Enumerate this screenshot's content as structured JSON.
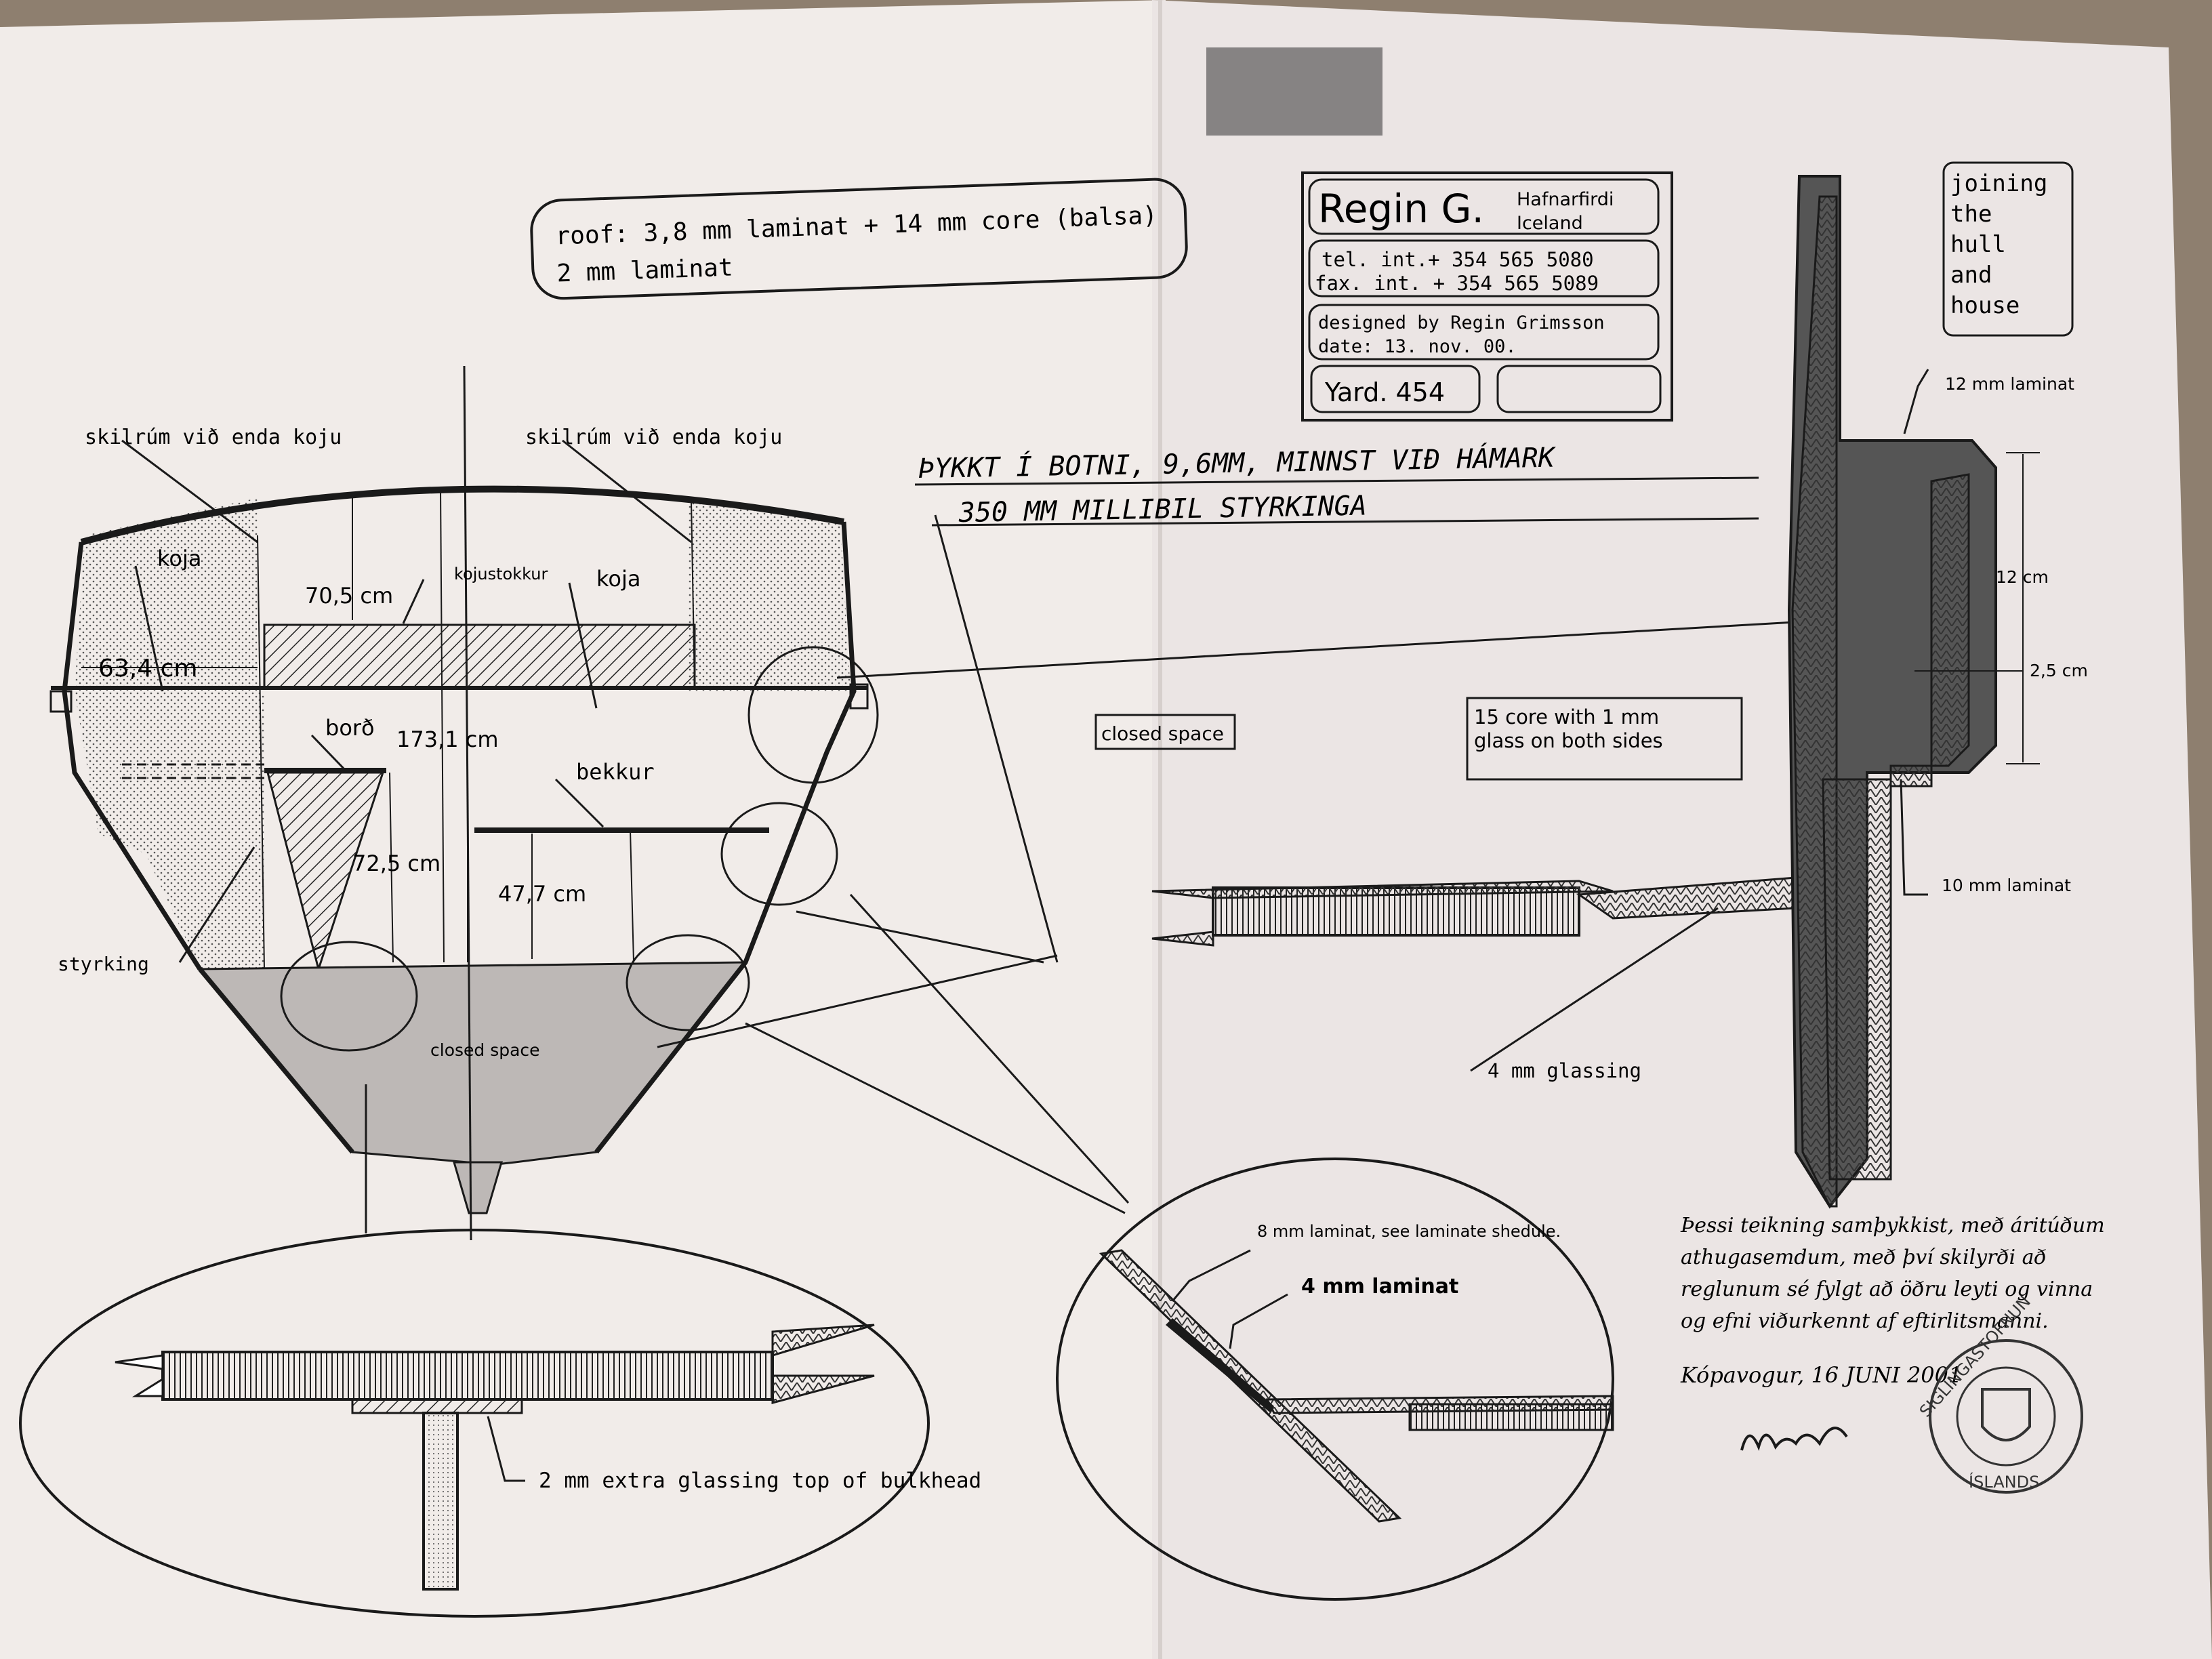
{
  "title_block": {
    "name": "Regin G.",
    "place_line1": "Hafnarfirdi",
    "place_line2": "Iceland",
    "tel": "tel. int.+ 354 565 5080",
    "fax": "fax. int. + 354 565 5089",
    "designed_by": "designed by Regin Grimsson",
    "date": "date: 13. nov. 00.",
    "yard": "Yard. 454"
  },
  "roof_note": {
    "line1": "roof: 3,8 mm laminat + 14 mm core (balsa)",
    "line2": "2 mm laminat"
  },
  "joining_note": [
    "joining",
    "the",
    "hull",
    "and",
    "house"
  ],
  "handwritten": {
    "line1": "ÞYKKT Í BOTNI, 9,6MM, MINNST VIÐ HÁMARK",
    "line2": "350 MM MILLIBIL STYRKINGA"
  },
  "section_labels": {
    "skilrum_left": "skilrúm við enda koju",
    "skilrum_right": "skilrúm við enda koju",
    "koja_left": "koja",
    "koja_right": "koja",
    "kojustokkur": "kojustokkur",
    "dim_70_5": "70,5 cm",
    "dim_63_4": "63,4 cm",
    "dim_173_1": "173,1 cm",
    "bord": "borð",
    "bekkur": "bekkur",
    "dim_72_5": "72,5 cm",
    "dim_47_7": "47,7 cm",
    "styrking": "styrking",
    "closed_space_hull": "closed space",
    "closed_space_box": "closed space"
  },
  "detail_labels": {
    "extra_glassing": "2 mm extra glassing top of bulkhead",
    "core_note": "15 core with 1 mm glass on both sides",
    "glassing_4mm": "4 mm glassing",
    "laminat_8mm": "8 mm laminat, see laminate shedule.",
    "laminat_4mm": "4 mm laminat",
    "laminat_12mm": "12 mm laminat",
    "dim_12cm": "12 cm",
    "dim_2_5cm": "2,5 cm",
    "laminat_10mm": "10 mm laminat"
  },
  "approval": {
    "line1": "Þessi teikning samþykkist, með áritúðum",
    "line2": "athugasemdum, með því skilyrði að",
    "line3": "reglunum sé fylgt að öðru leyti og vinna",
    "line4": "og efni viðurkennt af eftirlitsmanni.",
    "place_date": "Kópavogur, 16 JUNI 2001",
    "stamp_top": "SIGLINGASTOFNUN",
    "stamp_bottom": "ÍSLANDS"
  },
  "colors": {
    "background": "#8e7f6f",
    "paper_left": "#f1ece9",
    "paper_right": "#ebe5e4",
    "ink": "#1a1a1a",
    "gray_fill": "#bdb8b6"
  }
}
